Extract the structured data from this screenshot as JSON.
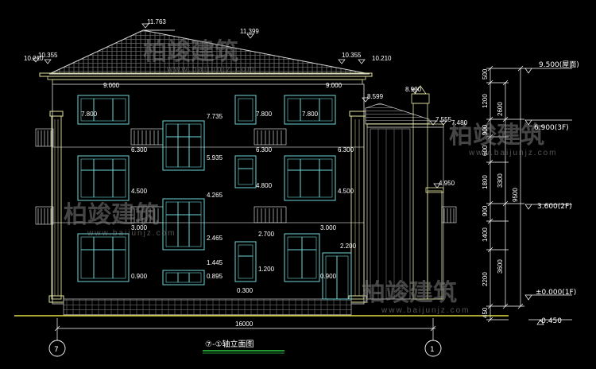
{
  "drawing": {
    "title": "⑦-①轴立面图",
    "axis_left": "7",
    "axis_right": "1",
    "total_width": "16000"
  },
  "elevations": {
    "ridge": "11.763",
    "roof_mid": "11.399",
    "eave_left_a": "10.210",
    "eave_left_b": "10.355",
    "eave_right_a": "10.355",
    "eave_right_b": "10.210",
    "side_roof": "8.900",
    "side_roof_eave": "8.599",
    "side_eave_a": "7.555",
    "side_eave_b": "7.480",
    "side_low": "4.950",
    "win3_top_l": "9.000",
    "win3_top_r": "9.000",
    "win3_bot_l": "7.800",
    "win3_bot_c": "7.800",
    "win3_bot_r": "7.800",
    "mid_top": "7.735",
    "mid_bot": "5.935",
    "f2_top_l": "6.300",
    "f2_top_c": "6.300",
    "f2_top_r": "6.300",
    "f2_bot_l": "4.500",
    "f2_bot_c": "4.800",
    "f2_bot_r": "4.500",
    "stair_top": "4.265",
    "stair_bot": "2.465",
    "f1_top_l": "3.000",
    "f1_top_c": "2.700",
    "f1_top_r": "3.000",
    "door_top": "2.200",
    "f1_bot_c": "1.200",
    "small_top": "1.445",
    "small_bot": "0.895",
    "f1_sill_l": "0.900",
    "f1_sill_r": "0.900",
    "base": "0.300"
  },
  "levels": {
    "roof": "9.500(屋面)",
    "f3": "6.900(3F)",
    "f2": "3.600(2F)",
    "f1": "±0.000(1F)",
    "ground": "-0.450"
  },
  "dims": {
    "inner": [
      "500",
      "1200",
      "900",
      "600",
      "1800",
      "900",
      "1400",
      "2200",
      "450"
    ],
    "outer": [
      "2600",
      "3300",
      "3600"
    ],
    "total": "9500"
  },
  "watermark": {
    "brand": "柏竣建筑",
    "url": "www.baijunjz.com"
  },
  "colors": {
    "wall": "#b5b5b5",
    "trim": "#e6e6a0",
    "window": "#6fd8d8",
    "roof": "#c8c8c8",
    "dim": "#ffffff",
    "ground": "#e0e040"
  }
}
